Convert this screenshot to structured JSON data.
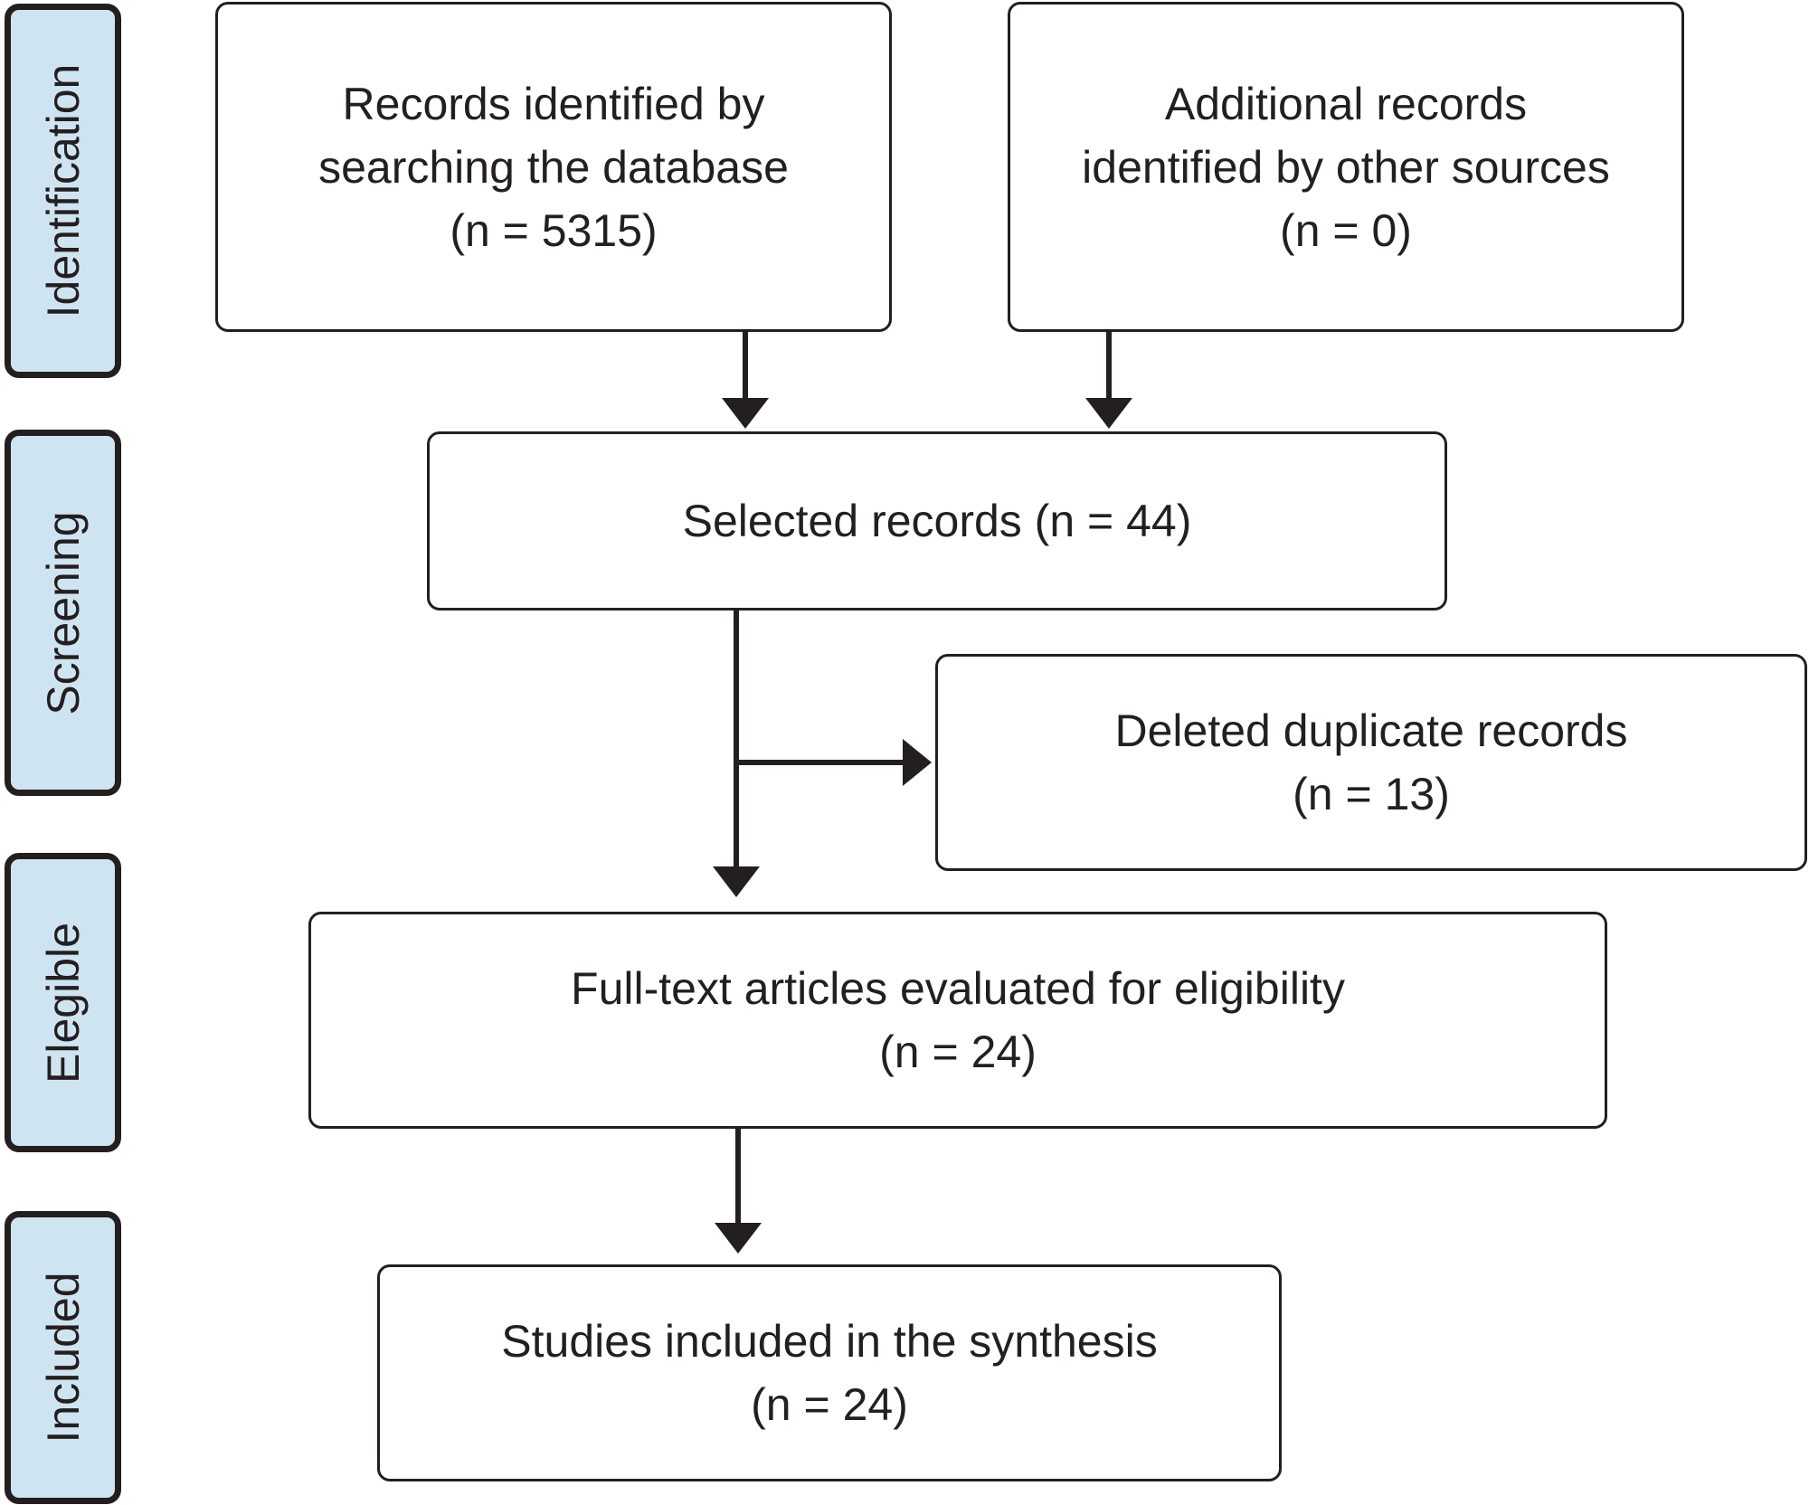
{
  "stages": {
    "identification": "Identification",
    "screening": "Screening",
    "eligible": "Elegible",
    "included": "Included"
  },
  "boxes": {
    "database": {
      "line1": "Records identified by",
      "line2": "searching the database",
      "count": "(n = 5315)"
    },
    "other_sources": {
      "line1": "Additional records",
      "line2": "identified by other sources",
      "count": "(n = 0)"
    },
    "selected": {
      "text": "Selected records (n = 44)"
    },
    "duplicates": {
      "line1": "Deleted duplicate records",
      "count": "(n = 13)"
    },
    "full_text": {
      "line1": "Full-text articles evaluated for eligibility",
      "count": "(n = 24)"
    },
    "synthesis": {
      "line1": "Studies included in the synthesis",
      "count": "(n = 24)"
    }
  },
  "colors": {
    "stage_fill": "#cfe4f1",
    "stroke": "#231f20",
    "box_fill": "#ffffff"
  }
}
